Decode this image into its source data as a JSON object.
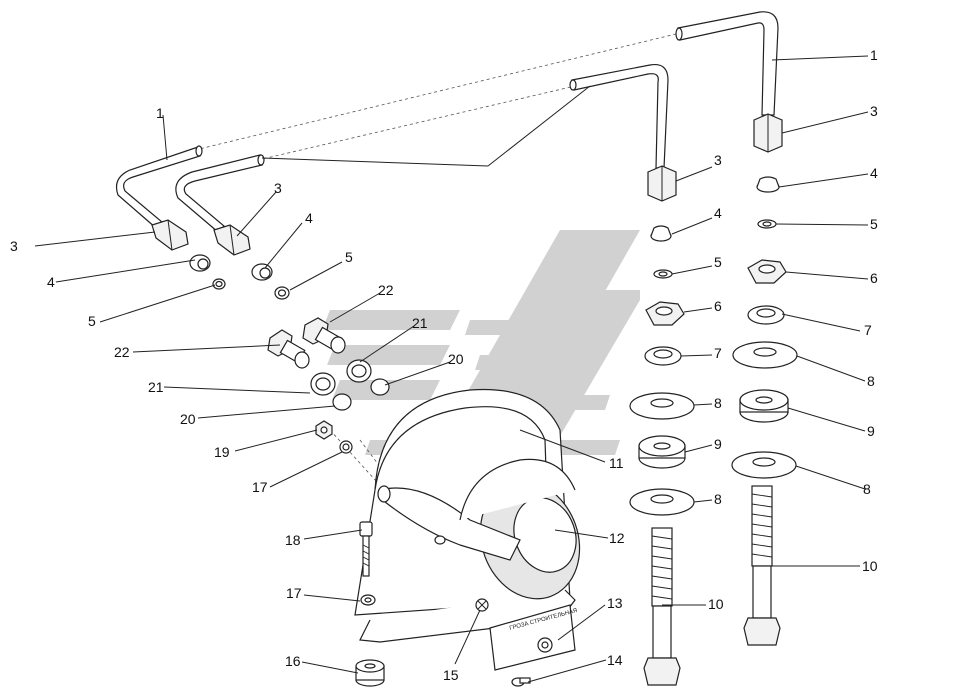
{
  "diagram": {
    "labels": {
      "left_group": [
        "1",
        "3",
        "3",
        "4",
        "4",
        "5",
        "5",
        "22",
        "22",
        "21",
        "21",
        "20",
        "20",
        "19",
        "17",
        "18",
        "17",
        "16",
        "15",
        "14",
        "13",
        "12",
        "11"
      ],
      "mid_column": [
        "3",
        "4",
        "5",
        "6",
        "7",
        "8",
        "9",
        "8",
        "10"
      ],
      "right_column": [
        "1",
        "3",
        "4",
        "5",
        "6",
        "7",
        "8",
        "9",
        "8",
        "10"
      ]
    },
    "plate_text": "ГРОЗА СТРОИТЕЛЬНАЯ",
    "colors": {
      "line": "#222222",
      "watermark": "#c8c8c8"
    }
  }
}
